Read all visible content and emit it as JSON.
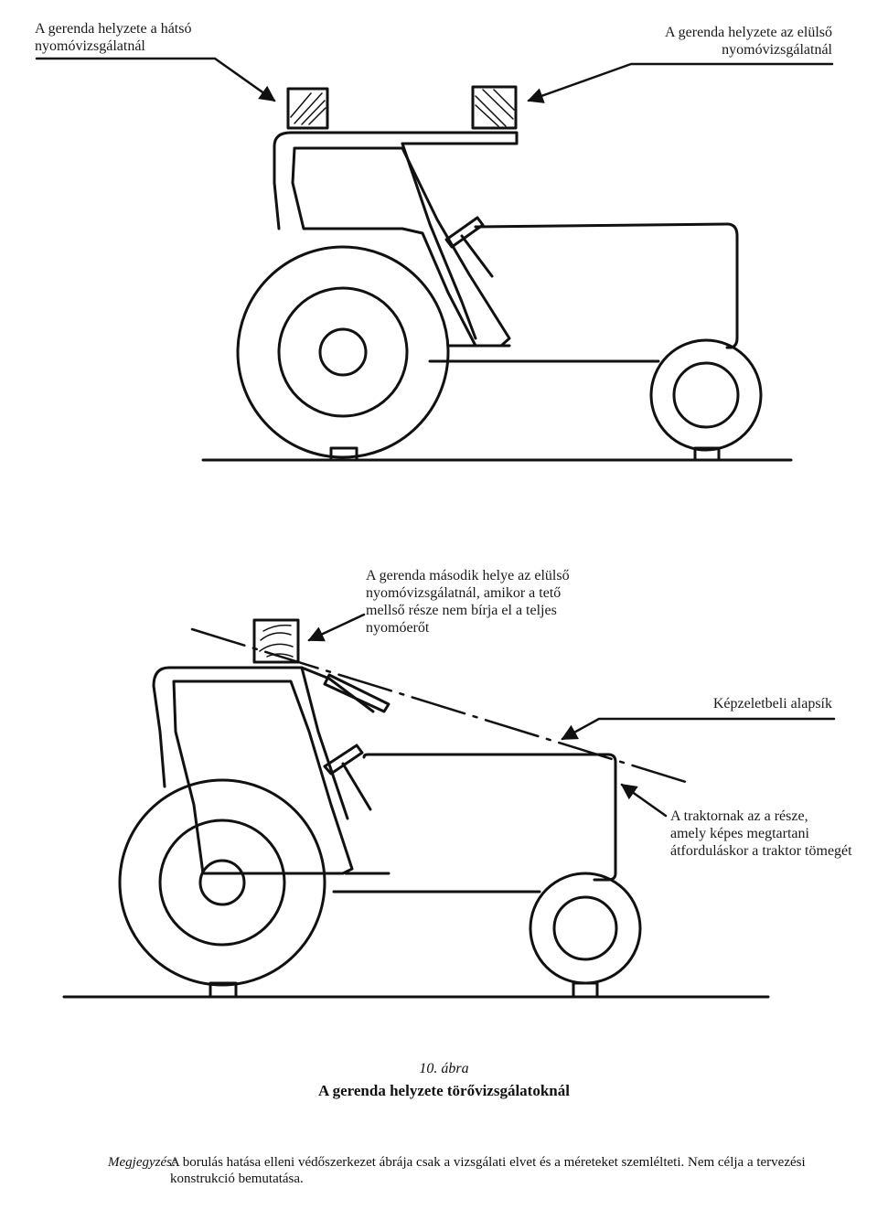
{
  "labels": {
    "rear_beam": "A gerenda helyzete a hátsó\nnyomóvizsgálatnál",
    "front_beam": "A gerenda helyzete az elülső\nnyomóvizsgálatnál",
    "second_beam": "A gerenda második helye az elülső\nnyomóvizsgálatnál, amikor a tető\nmellső része nem bírja el a teljes\nnyomóerőt",
    "imaginary_plane": "Képzeletbeli alapsík",
    "tractor_part": "A traktornak az a része,\namely képes megtartani\nátforduláskor a traktor tömegét"
  },
  "caption": {
    "figure_number": "10. ábra",
    "title": "A gerenda helyzete törővizsgálatoknál"
  },
  "note": {
    "heading": "Megjegyzés:",
    "text": "A borulás hatása elleni védőszerkezet ábrája csak a vizsgálati elvet és a méreteket szemlélteti. Nem célja a tervezési konstrukció bemutatása."
  }
}
